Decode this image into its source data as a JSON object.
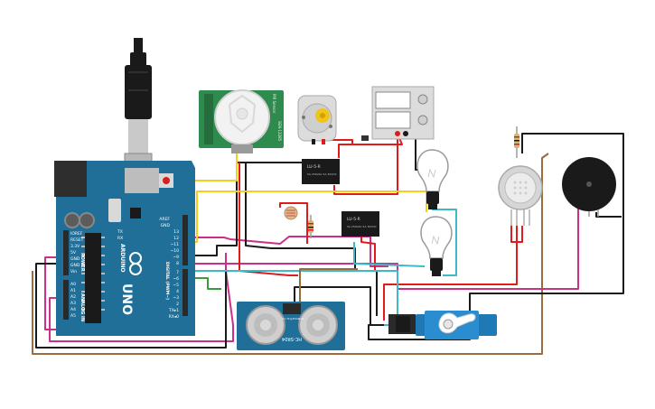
{
  "arduino": {
    "brand": "ARDUINO",
    "model": "UNO",
    "power_header": "POWER",
    "analog_header": "ANALOG IN",
    "digital_header": "DIGITAL (PWM~)",
    "tx": "TX",
    "rx": "RX",
    "power_pins": [
      "IOREF",
      "RESET",
      "3.3V",
      "5V",
      "GND",
      "GND",
      "Vin"
    ],
    "analog_pins": [
      "A0",
      "A1",
      "A2",
      "A3",
      "A4",
      "A5"
    ],
    "digital_top": [
      "AREF",
      "GND",
      "13",
      "12",
      "~11",
      "~10",
      "~9",
      "8"
    ],
    "digital_bottom": [
      "7",
      "~6",
      "~5",
      "4",
      "~3",
      "2",
      "TX▸1",
      "RX◂0"
    ],
    "color": "#1f6f99"
  },
  "pir": {
    "side_left": "PIR Sensor",
    "side_right": "SEN-13285"
  },
  "ultrasonic": {
    "model": "HC-SR04",
    "pins": [
      "Vcc",
      "Trig",
      "Echo",
      "Gnd"
    ]
  },
  "relay1": {
    "label": "LU-5-R",
    "rating": "5A 250VAC 5A 30VDC"
  },
  "relay2": {
    "label": "LU-5-R",
    "rating": "5A 250VAC 5A 30VDC"
  },
  "power_supply": {
    "readout_v": "",
    "readout_a": ""
  },
  "wire_colors": {
    "red": "#e01b1b",
    "black": "#1a1a1a",
    "yellow": "#f2d01c",
    "magenta": "#cc2f8a",
    "cyan": "#3fb8c9",
    "brown": "#9b6b3c",
    "green": "#3a9b3a"
  }
}
